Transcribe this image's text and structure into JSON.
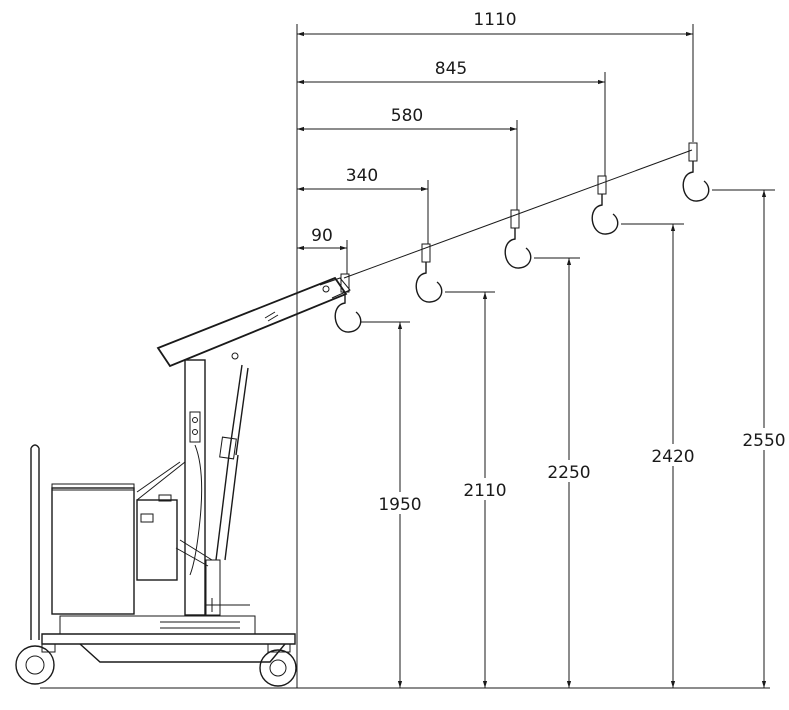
{
  "horizontal_dims": [
    {
      "label": "1110"
    },
    {
      "label": "845"
    },
    {
      "label": "580"
    },
    {
      "label": "340"
    },
    {
      "label": "90"
    }
  ],
  "vertical_dims": [
    {
      "label": "1950"
    },
    {
      "label": "2110"
    },
    {
      "label": "2250"
    },
    {
      "label": "2420"
    },
    {
      "label": "2550"
    }
  ],
  "colors": {
    "line": "#1a1a1a",
    "background": "#ffffff"
  },
  "machine_icon": "hydraulic-crane-with-hooks"
}
